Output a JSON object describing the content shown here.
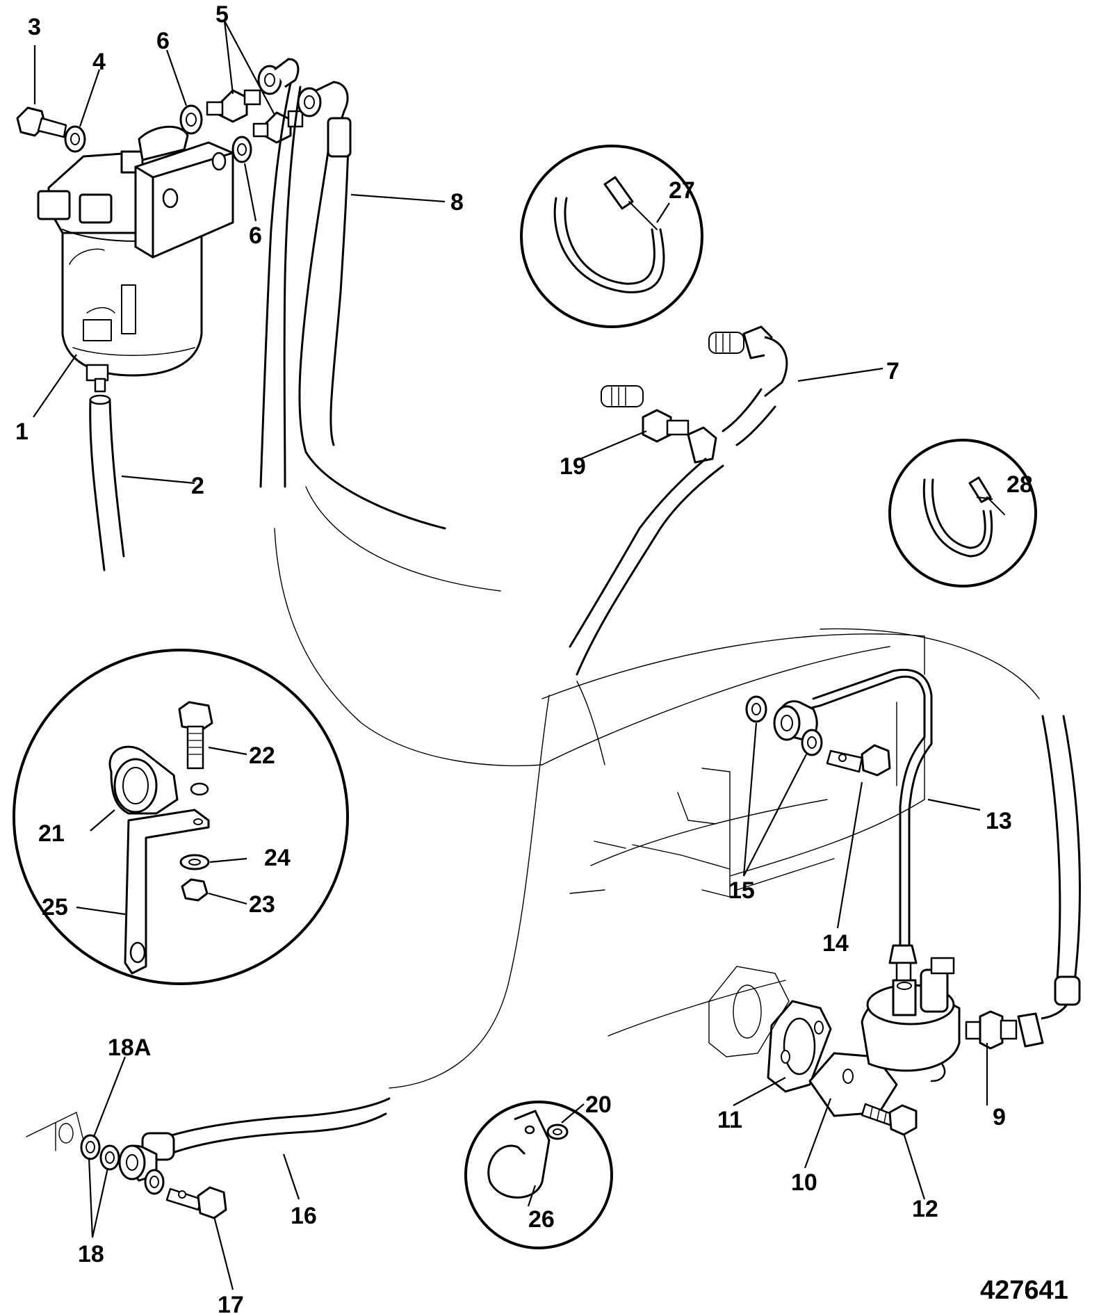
{
  "figure_number": "427641",
  "callouts": [
    {
      "id": "c1",
      "text": "1"
    },
    {
      "id": "c2",
      "text": "2"
    },
    {
      "id": "c3",
      "text": "3"
    },
    {
      "id": "c4",
      "text": "4"
    },
    {
      "id": "c5",
      "text": "5"
    },
    {
      "id": "c6a",
      "text": "6"
    },
    {
      "id": "c6b",
      "text": "6"
    },
    {
      "id": "c7",
      "text": "7"
    },
    {
      "id": "c8",
      "text": "8"
    },
    {
      "id": "c9",
      "text": "9"
    },
    {
      "id": "c10",
      "text": "10"
    },
    {
      "id": "c11",
      "text": "11"
    },
    {
      "id": "c12",
      "text": "12"
    },
    {
      "id": "c13",
      "text": "13"
    },
    {
      "id": "c14",
      "text": "14"
    },
    {
      "id": "c15",
      "text": "15"
    },
    {
      "id": "c16",
      "text": "16"
    },
    {
      "id": "c17",
      "text": "17"
    },
    {
      "id": "c18",
      "text": "18"
    },
    {
      "id": "c18a",
      "text": "18A"
    },
    {
      "id": "c19",
      "text": "19"
    },
    {
      "id": "c20",
      "text": "20"
    },
    {
      "id": "c21",
      "text": "21"
    },
    {
      "id": "c22",
      "text": "22"
    },
    {
      "id": "c23",
      "text": "23"
    },
    {
      "id": "c24",
      "text": "24"
    },
    {
      "id": "c25",
      "text": "25"
    },
    {
      "id": "c26",
      "text": "26"
    },
    {
      "id": "c27",
      "text": "27"
    },
    {
      "id": "c28",
      "text": "28"
    }
  ]
}
